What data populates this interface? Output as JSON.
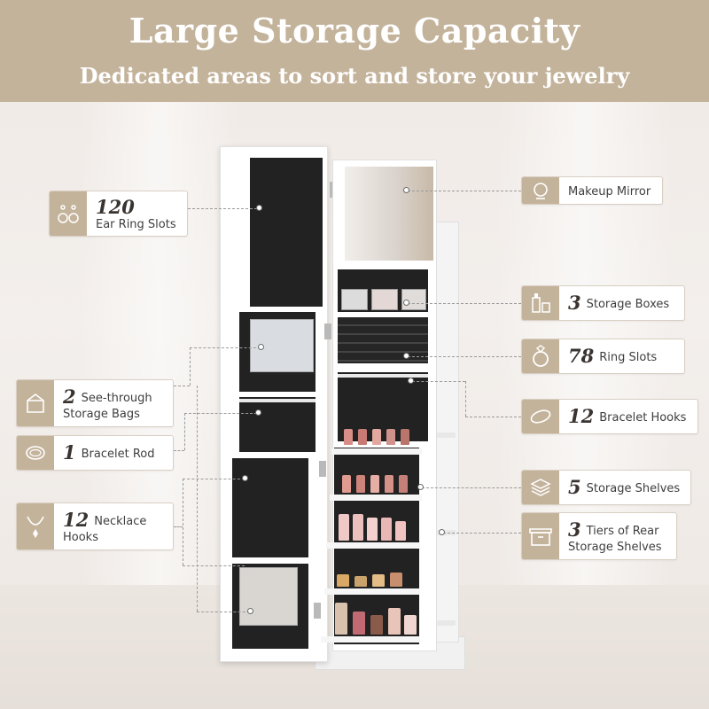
{
  "header": {
    "title": "Large Storage Capacity",
    "subtitle": "Dedicated areas to sort and store your jewelry"
  },
  "colors": {
    "banner": "#c4b39b",
    "callout_icon_bg": "#c4b39b",
    "text": "#3a3a3a"
  },
  "callouts": {
    "earring": {
      "icon": "earring-icon",
      "number": "120",
      "label": "Ear Ring Slots"
    },
    "bags": {
      "icon": "bag-icon",
      "number": "2",
      "label_line1": "See-through",
      "label_line2": "Storage Bags"
    },
    "bracelet_rod": {
      "icon": "bracelet-icon",
      "number": "1",
      "label": "Bracelet Rod"
    },
    "necklace": {
      "icon": "necklace-icon",
      "number": "12",
      "label_line1": "Necklace",
      "label_line2": "Hooks"
    },
    "mirror": {
      "icon": "mirror-icon",
      "label": "Makeup Mirror"
    },
    "boxes": {
      "icon": "cosmetics-icon",
      "number": "3",
      "label": "Storage Boxes"
    },
    "ring": {
      "icon": "ring-icon",
      "number": "78",
      "label": "Ring Slots"
    },
    "bracelet_hooks": {
      "icon": "bangle-icon",
      "number": "12",
      "label": "Bracelet Hooks"
    },
    "shelves": {
      "icon": "layers-icon",
      "number": "5",
      "label": "Storage Shelves"
    },
    "rear": {
      "icon": "box-icon",
      "number": "3",
      "label_line1": "Tiers of Rear",
      "label_line2": "Storage Shelves"
    }
  }
}
